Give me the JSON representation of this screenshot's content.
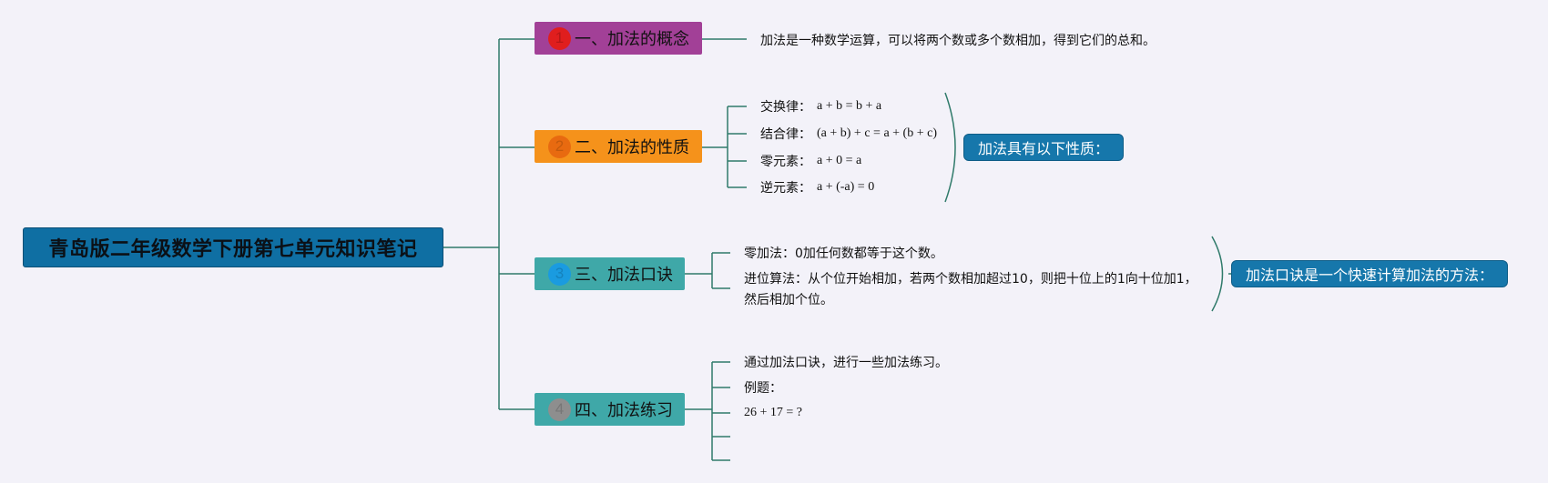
{
  "root": {
    "title": "青岛版二年级数学下册第七单元知识笔记",
    "color": "#0f6fa3"
  },
  "branches": [
    {
      "badge": "1",
      "label": "一、加法的概念",
      "fill": "#a24097",
      "badge_color": "#e01e1e",
      "items": [
        {
          "text": "加法是一种数学运算，可以将两个数或多个数相加，得到它们的总和。"
        }
      ]
    },
    {
      "badge": "2",
      "label": "二、加法的性质",
      "fill": "#f5921b",
      "badge_color": "#e86a10",
      "items": [
        {
          "name": "交换律：",
          "formula": "a + b = b + a"
        },
        {
          "name": "结合律：",
          "formula": "(a + b) + c = a + (b + c)"
        },
        {
          "name": "零元素：",
          "formula": "a + 0 = a"
        },
        {
          "name": "逆元素：",
          "formula": "a + (-a) = 0"
        }
      ],
      "summary": "加法具有以下性质："
    },
    {
      "badge": "3",
      "label": "三、加法口诀",
      "fill": "#3fa8a8",
      "badge_color": "#1a9be0",
      "items": [
        {
          "text": "零加法：0加任何数都等于这个数。"
        },
        {
          "text": "进位算法：从个位开始相加，若两个数相加超过10，则把十位上的1向十位加1，然后相加个位。"
        }
      ],
      "summary": "加法口诀是一个快速计算加法的方法："
    },
    {
      "badge": "4",
      "label": "四、加法练习",
      "fill": "#3fa8a8",
      "badge_color": "#8e8e8e",
      "items": [
        {
          "text": "通过加法口诀，进行一些加法练习。"
        },
        {
          "text": "例题："
        },
        {
          "text": "26 + 17 = ?"
        },
        {
          "text": ""
        },
        {
          "text": ""
        }
      ]
    }
  ],
  "line_color": "#2f7a6a"
}
